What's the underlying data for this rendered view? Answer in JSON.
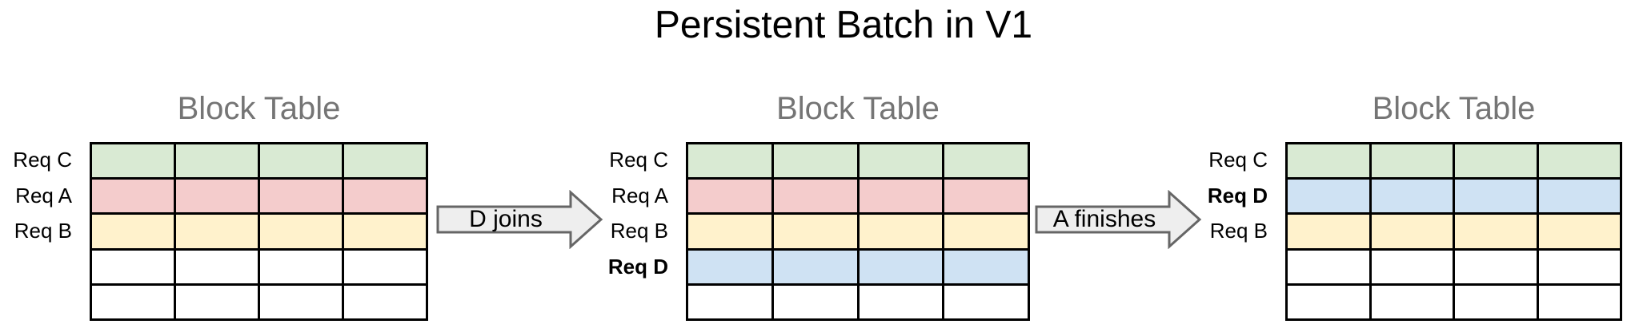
{
  "title": "Persistent Batch in V1",
  "colors": {
    "green": "#d9ead3",
    "red": "#f4cccc",
    "yellow": "#fff2cc",
    "blue": "#cfe2f3",
    "white": "#ffffff",
    "border": "#000000",
    "heading_text": "#757575",
    "arrow_fill": "#eeeeee",
    "arrow_border": "#666666"
  },
  "tables": [
    {
      "heading": "Block Table",
      "cols": 4,
      "rows": [
        {
          "label": "Req C",
          "bold": false,
          "color": "green"
        },
        {
          "label": "Req A",
          "bold": false,
          "color": "red"
        },
        {
          "label": "Req B",
          "bold": false,
          "color": "yellow"
        },
        {
          "label": "",
          "bold": false,
          "color": "white"
        },
        {
          "label": "",
          "bold": false,
          "color": "white"
        }
      ]
    },
    {
      "heading": "Block Table",
      "cols": 4,
      "rows": [
        {
          "label": "Req C",
          "bold": false,
          "color": "green"
        },
        {
          "label": "Req A",
          "bold": false,
          "color": "red"
        },
        {
          "label": "Req B",
          "bold": false,
          "color": "yellow"
        },
        {
          "label": "Req D",
          "bold": true,
          "color": "blue"
        },
        {
          "label": "",
          "bold": false,
          "color": "white"
        }
      ]
    },
    {
      "heading": "Block Table",
      "cols": 4,
      "rows": [
        {
          "label": "Req C",
          "bold": false,
          "color": "green"
        },
        {
          "label": "Req D",
          "bold": true,
          "color": "blue"
        },
        {
          "label": "Req B",
          "bold": false,
          "color": "yellow"
        },
        {
          "label": "",
          "bold": false,
          "color": "white"
        },
        {
          "label": "",
          "bold": false,
          "color": "white"
        }
      ]
    }
  ],
  "arrows": [
    {
      "label": "D joins"
    },
    {
      "label": "A finishes"
    }
  ]
}
